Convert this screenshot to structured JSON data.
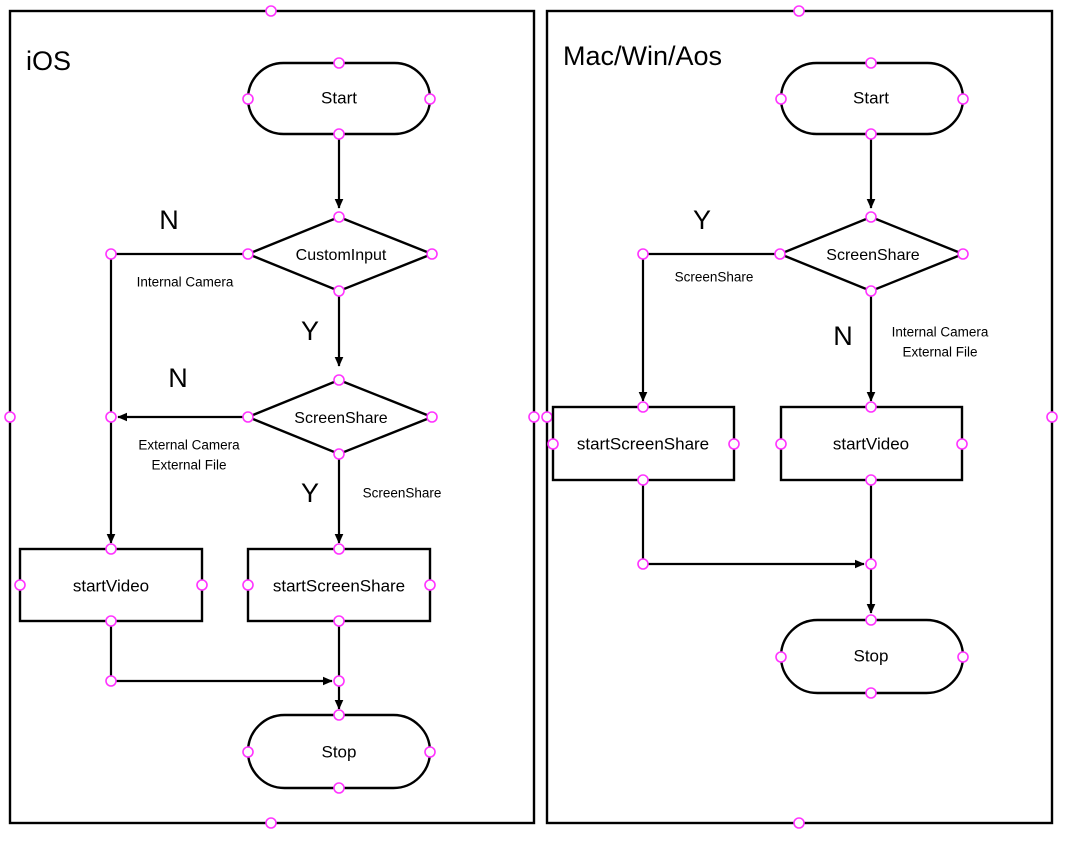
{
  "diagram": {
    "title_hidden": "",
    "colors": {
      "stroke": "#000000",
      "background": "#ffffff",
      "connection_point": "#ff33ff"
    },
    "panels": [
      {
        "id": "ios",
        "title": "iOS",
        "nodes": [
          {
            "id": "ios-start",
            "label": "Start",
            "shape": "terminator"
          },
          {
            "id": "ios-customInput",
            "label": "CustomInput",
            "shape": "decision"
          },
          {
            "id": "ios-screenShare",
            "label": "ScreenShare",
            "shape": "decision"
          },
          {
            "id": "ios-startVideo",
            "label": "startVideo",
            "shape": "process"
          },
          {
            "id": "ios-startScreenShare",
            "label": "startScreenShare",
            "shape": "process"
          },
          {
            "id": "ios-stop",
            "label": "Stop",
            "shape": "terminator"
          }
        ],
        "edge_labels": {
          "customInput_no": "N",
          "customInput_no_detail": "Internal Camera",
          "customInput_yes": "Y",
          "screenShare_no": "N",
          "screenShare_no_detail_1": "External Camera",
          "screenShare_no_detail_2": "External File",
          "screenShare_yes": "Y",
          "screenShare_yes_detail": "ScreenShare"
        }
      },
      {
        "id": "desktop",
        "title": "Mac/Win/Aos",
        "nodes": [
          {
            "id": "d-start",
            "label": "Start",
            "shape": "terminator"
          },
          {
            "id": "d-screenShare",
            "label": "ScreenShare",
            "shape": "decision"
          },
          {
            "id": "d-startScreenShare",
            "label": "startScreenShare",
            "shape": "process"
          },
          {
            "id": "d-startVideo",
            "label": "startVideo",
            "shape": "process"
          },
          {
            "id": "d-stop",
            "label": "Stop",
            "shape": "terminator"
          }
        ],
        "edge_labels": {
          "screenShare_yes": "Y",
          "screenShare_yes_detail": "ScreenShare",
          "screenShare_no": "N",
          "screenShare_no_detail_1": "Internal Camera",
          "screenShare_no_detail_2": "External File"
        }
      }
    ]
  }
}
